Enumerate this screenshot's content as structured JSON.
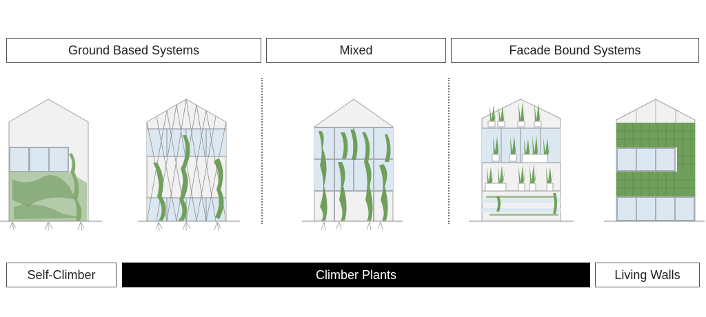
{
  "categories": {
    "top": [
      {
        "label": "Ground Based Systems"
      },
      {
        "label": "Mixed"
      },
      {
        "label": "Facade Bound Systems"
      }
    ],
    "bottom": [
      {
        "label": "Self-Climber"
      },
      {
        "label": "Climber Plants"
      },
      {
        "label": "Living Walls"
      }
    ]
  },
  "illustrations": [
    {
      "name": "self-climber-facade"
    },
    {
      "name": "trellis-climber-facade"
    },
    {
      "name": "mixed-hanging-climber-facade"
    },
    {
      "name": "planter-shelf-facade"
    },
    {
      "name": "living-wall-module-facade"
    }
  ],
  "colors": {
    "wall": "#f1f1f1",
    "outline": "#9a9a9a",
    "glass": "#dbe8f2",
    "frame": "#a9adb3",
    "plant": "#6f9f5a",
    "plant_dark": "#5b8a48",
    "bar_dark": "#000000"
  }
}
